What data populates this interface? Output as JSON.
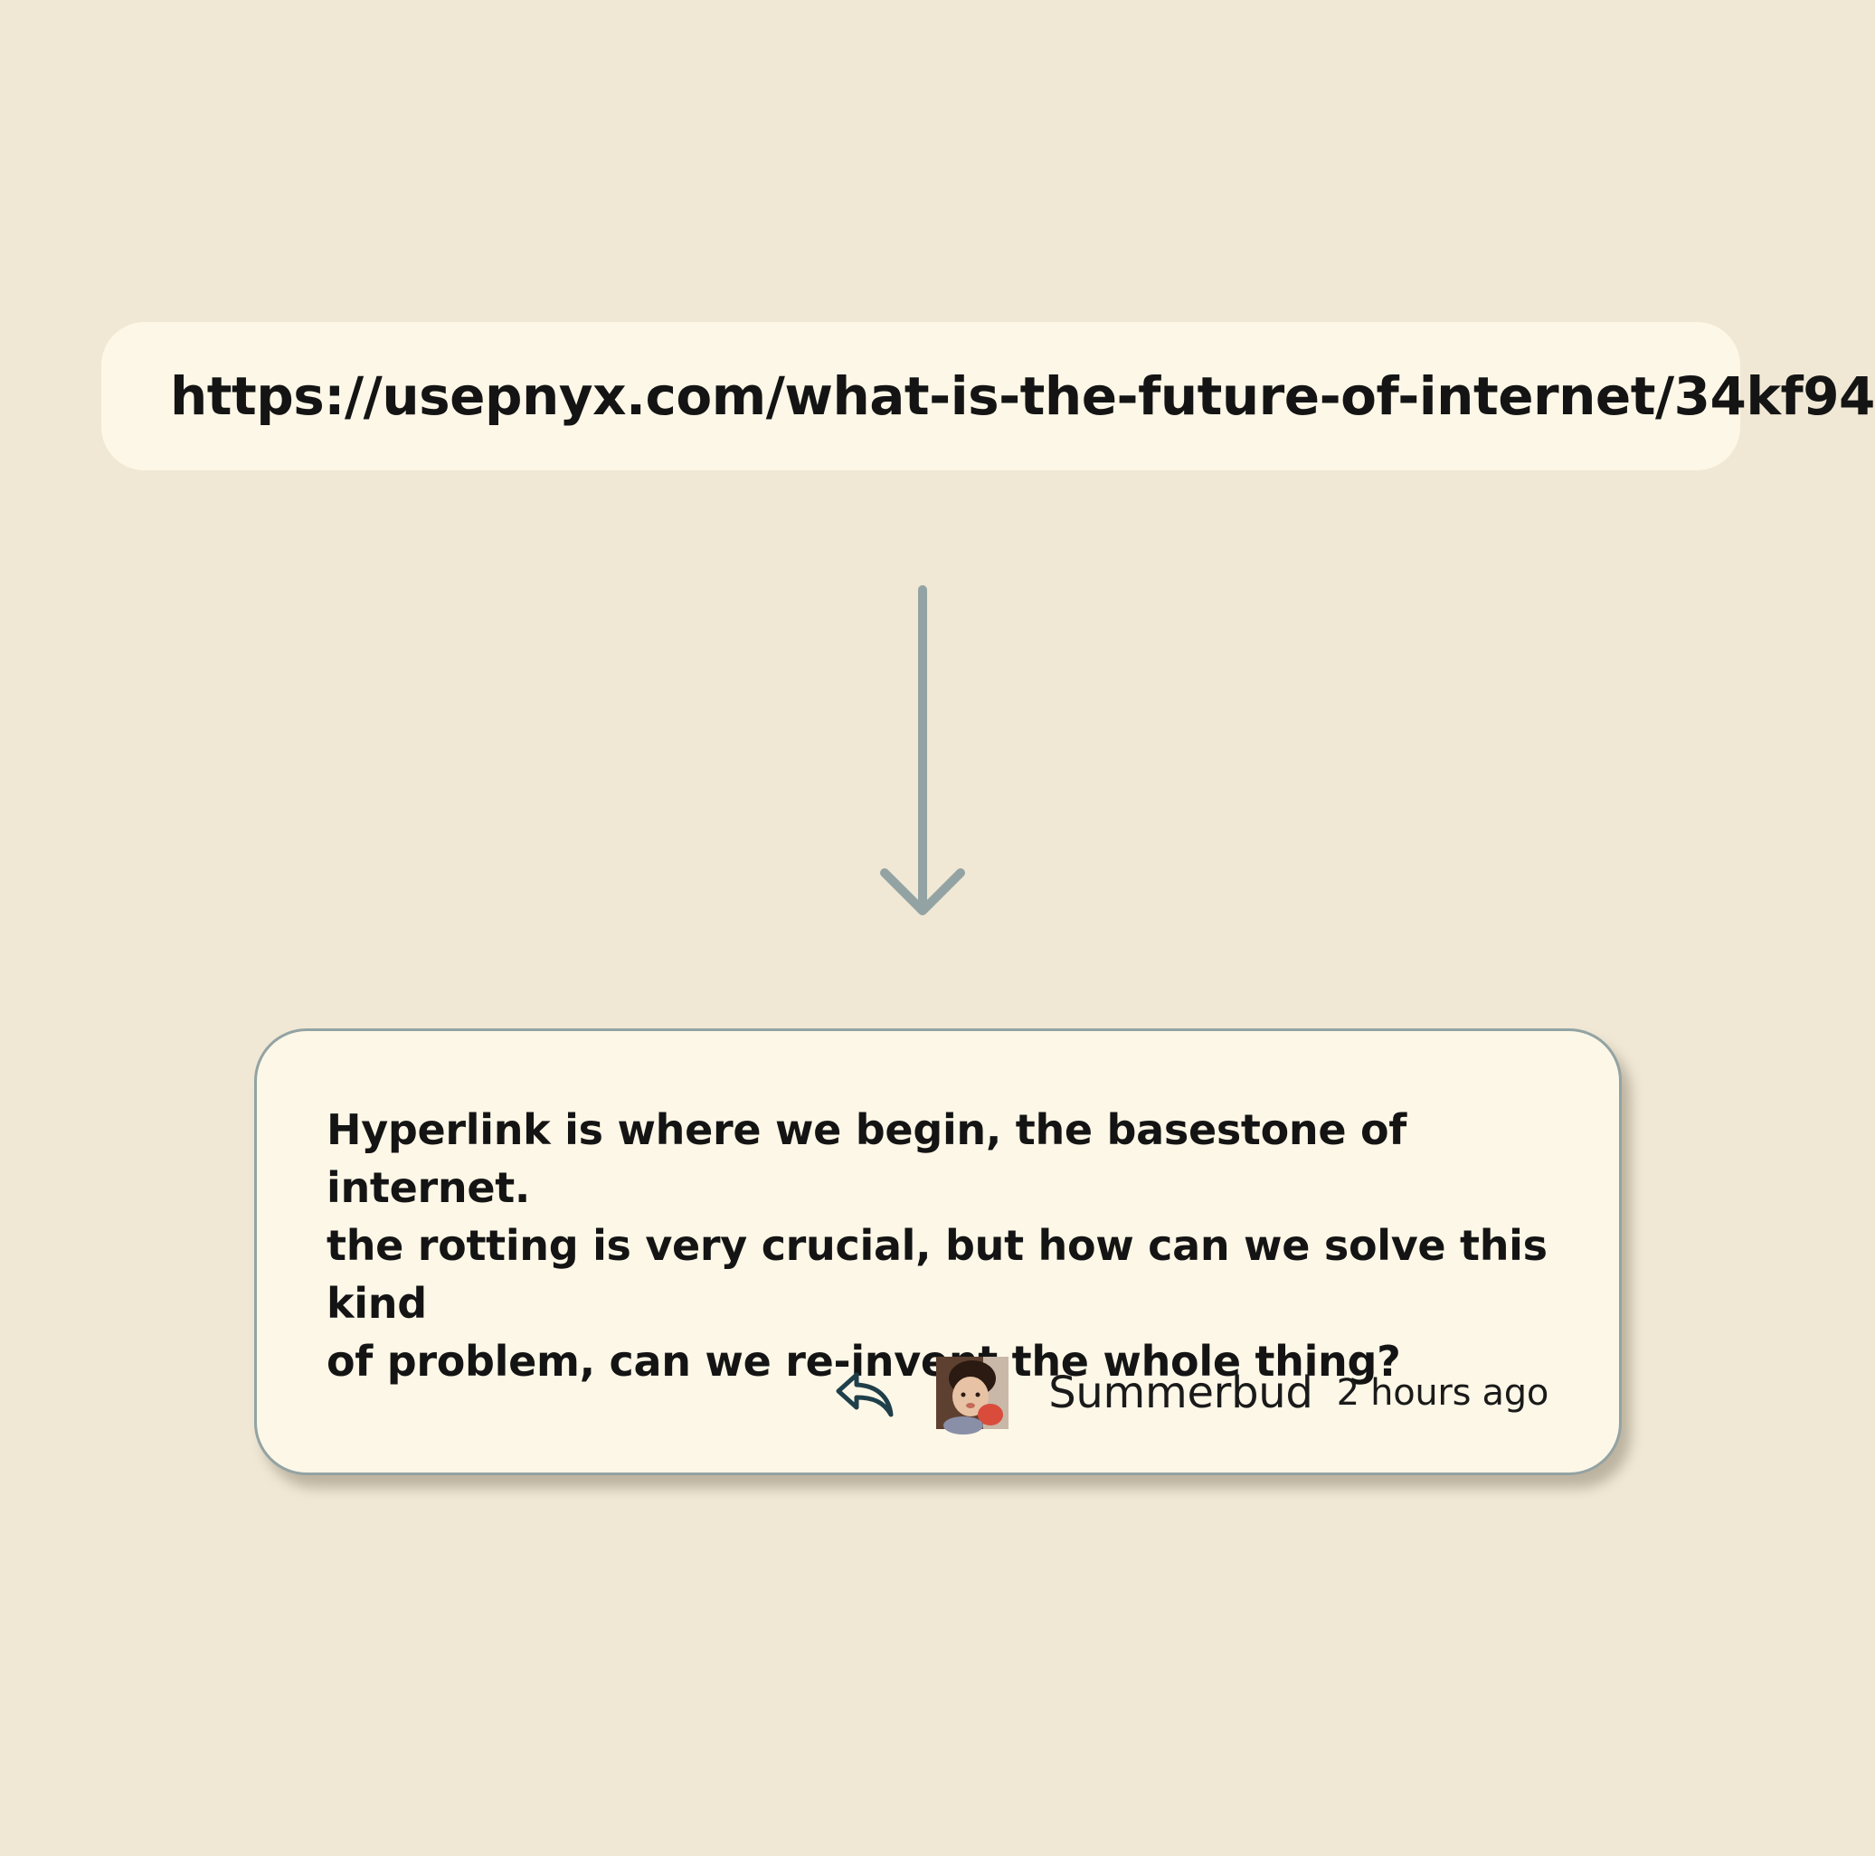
{
  "url_bar": {
    "url": "https://usepnyx.com/what-is-the-future-of-internet/34kf94"
  },
  "comment": {
    "lines": [
      "Hyperlink is where we begin, the basestone of internet.",
      "the rotting is very crucial, but how can we solve this kind",
      "of problem, can we re-invent the whole thing?"
    ],
    "author": "Summerbud",
    "timestamp": "2 hours ago",
    "reply_icon": "reply-icon",
    "avatar_icon": "avatar"
  },
  "colors": {
    "background": "#f0e8d5",
    "card": "#fdf7e7",
    "card_border": "#93a3a3",
    "arrow": "#93a3a3",
    "reply_icon": "#1f3f4a"
  }
}
